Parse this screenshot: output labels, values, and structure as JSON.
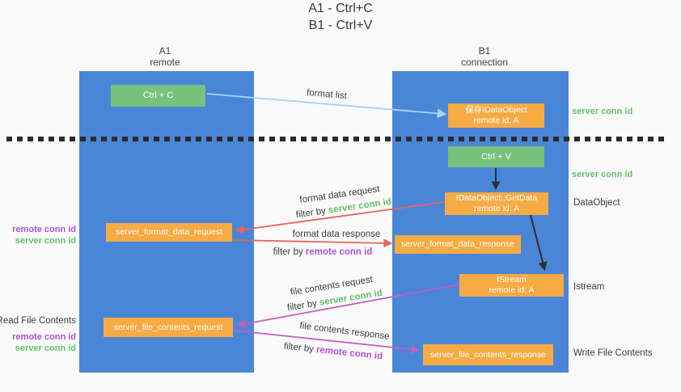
{
  "title": {
    "line1": "A1 - Ctrl+C",
    "line2": "B1 - Ctrl+V"
  },
  "lanes": {
    "left": {
      "title": "A1",
      "subtitle": "remote"
    },
    "right": {
      "title": "B1",
      "subtitle": "connection"
    }
  },
  "nodes": {
    "ctrl_c": {
      "label": "Ctrl + C"
    },
    "save_dataobject": {
      "line1": "保存IDataObject",
      "line2": "remote id: A"
    },
    "ctrl_v": {
      "label": "Ctrl + V"
    },
    "getdata": {
      "line1": "IDataObject::GetData",
      "line2": "remote id: A"
    },
    "format_request": {
      "label": "server_format_data_request"
    },
    "format_response": {
      "label": "server_format_data_response"
    },
    "istream": {
      "line1": "IStream",
      "line2": "remote id: A"
    },
    "file_request": {
      "label": "server_file_contents_request"
    },
    "file_response": {
      "label": "server_file_contents_response"
    }
  },
  "flow_labels": {
    "format_list": "format list",
    "format_data_request": "format data request",
    "format_request_filter_prefix": "filter by ",
    "format_request_filter_key": "server conn id",
    "format_data_response": "format data response",
    "format_response_filter_prefix": "filter by ",
    "format_response_filter_key": "remote conn id",
    "file_contents_request": "file contents request",
    "file_request_filter_prefix": "filter by ",
    "file_request_filter_key": "server conn id",
    "file_contents_response": "file contents response",
    "file_response_filter_prefix": "filter by ",
    "file_response_filter_key": "remote conn id"
  },
  "left_margin_labels": {
    "format_remote_conn_id": "remote conn id",
    "format_server_conn_id": "server conn id",
    "read_file_contents": "Read File Contents",
    "file_remote_conn_id": "remote conn id",
    "file_server_conn_id": "server conn id"
  },
  "right_margin_labels": {
    "server_conn_id_top": "server conn id",
    "server_conn_id_mid": "server conn id",
    "dataobject": "DataObject",
    "istream": "Istream",
    "write_file_contents": "Write File Contents"
  },
  "colors": {
    "lane_blue": "#4a86d8",
    "node_green": "#77c27d",
    "node_orange": "#f7ab44",
    "arrow_light_blue": "#a9d3f2",
    "arrow_red": "#e8645c",
    "arrow_purple": "#c25ec4",
    "arrow_black": "#2e2e2e",
    "label_green": "#62c167",
    "label_purple": "#b050d8",
    "text_dark": "#3c3c3c",
    "background": "#fafafa"
  }
}
